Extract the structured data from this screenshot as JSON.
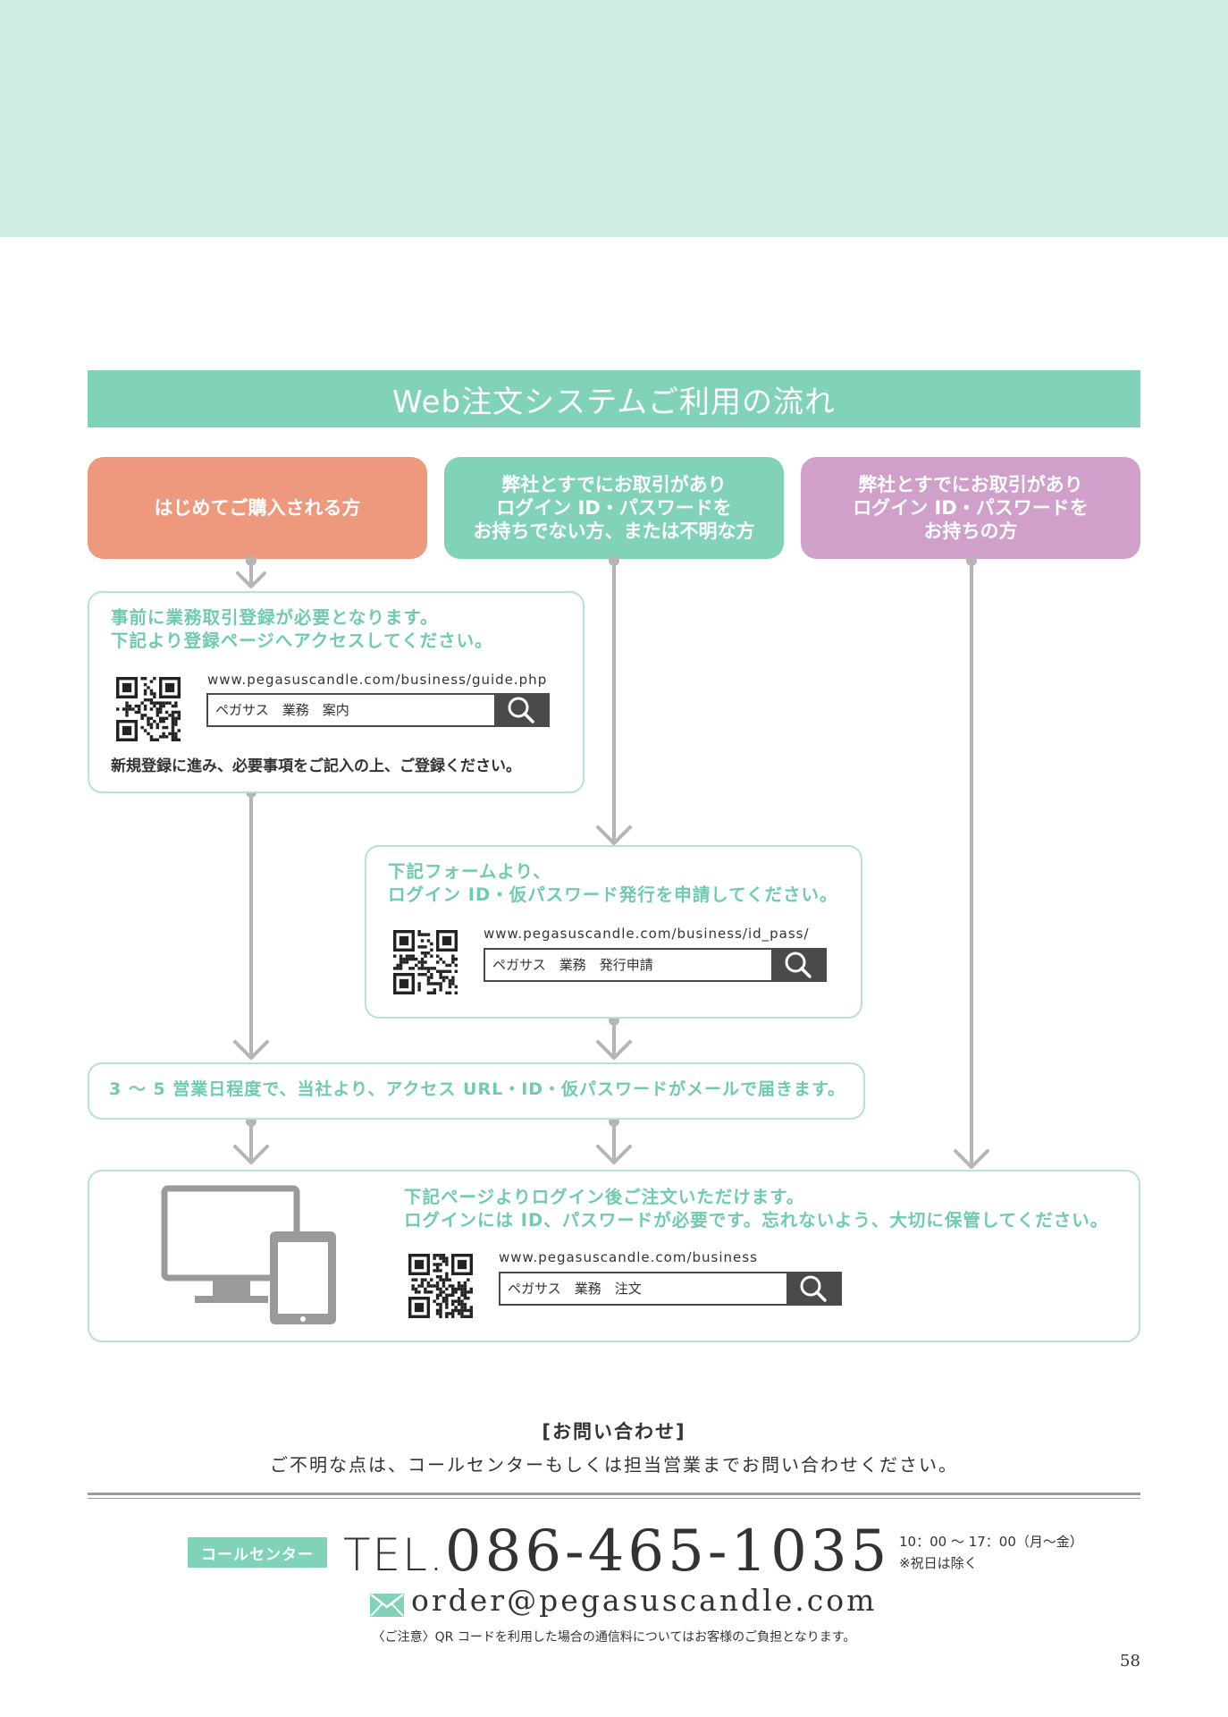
{
  "heading": "Web注文システムご利用の流れ",
  "categories": [
    {
      "lines": [
        "はじめてご購入される方"
      ],
      "color": "#ee987d"
    },
    {
      "lines": [
        "弊社とすでにお取引があり",
        "ログイン ID・パスワードを",
        "お持ちでない方、または不明な方"
      ],
      "color": "#80d3b9"
    },
    {
      "lines": [
        "弊社とすでにお取引があり",
        "ログイン ID・パスワードを",
        "お持ちの方"
      ],
      "color": "#d09fca"
    }
  ],
  "step_registration": {
    "lines": [
      "事前に業務取引登録が必要となります。",
      "下記より登録ページへアクセスしてください。"
    ],
    "url": "www.pegasuscandle.com/business/guide.php",
    "search": "ペガサス　業務　案内",
    "note": "新規登録に進み、必要事項をご記入の上、ご登録ください。"
  },
  "step_form": {
    "lines": [
      "下記フォームより、",
      "ログイン ID・仮パスワード発行を申請してください。"
    ],
    "url": "www.pegasuscandle.com/business/id_pass/",
    "search": "ペガサス　業務　発行申請"
  },
  "step_mail": {
    "text": "3 〜 5 営業日程度で、当社より、アクセス URL・ID・仮パスワードがメールで届きます。"
  },
  "step_login": {
    "lines": [
      "下記ページよりログイン後ご注文いただけます。",
      "ログインには ID、パスワードが必要です。忘れないよう、大切に保管してください。"
    ],
    "url": "www.pegasuscandle.com/business",
    "search": "ペガサス　業務　注文"
  },
  "contact": {
    "title": "[お問い合わせ]",
    "desc": "ご不明な点は、コールセンターもしくは担当営業までお問い合わせください。",
    "badge": "コールセンター",
    "tel_prefix": "TEL.",
    "tel_number": "086-465-1035",
    "hours": "10：00 〜 17：00（月〜金）",
    "hours_note": "※祝日は除く",
    "email": "order@pegasuscandle.com",
    "notice": "〈ご注意〉QR コードを利用した場合の通信料についてはお客様のご負担となります。"
  },
  "page_number": "58",
  "colors": {
    "mint": "#80d3b9",
    "salmon": "#ee987d",
    "lavender": "#d09fca",
    "band": "#ceeee3",
    "arrow": "#b5b5b5"
  },
  "icons": [
    "search-icon",
    "qr-code-icon",
    "mail-icon",
    "monitor-tablet-icon"
  ]
}
